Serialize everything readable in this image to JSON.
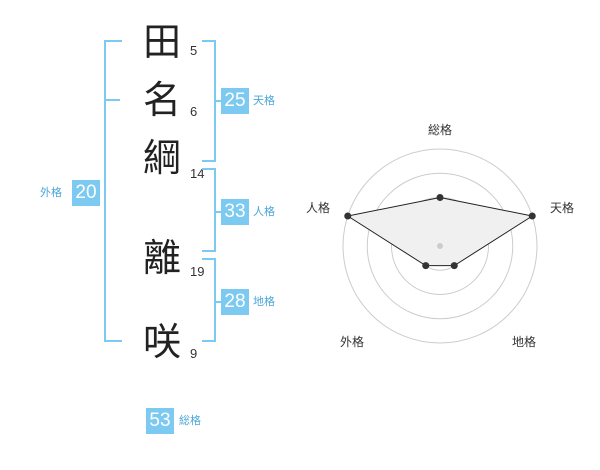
{
  "name": {
    "characters": [
      {
        "char": "田",
        "strokes": "5"
      },
      {
        "char": "名",
        "strokes": "6"
      },
      {
        "char": "綱",
        "strokes": "14"
      },
      {
        "char": "離",
        "strokes": "19"
      },
      {
        "char": "咲",
        "strokes": "9"
      }
    ]
  },
  "kakusu": {
    "tenkaku": {
      "value": "25",
      "label": "天格"
    },
    "jinkaku": {
      "value": "33",
      "label": "人格"
    },
    "chikaku": {
      "value": "28",
      "label": "地格"
    },
    "gaikaku": {
      "value": "20",
      "label": "外格"
    },
    "soukaku": {
      "value": "53",
      "label": "総格"
    }
  },
  "colors": {
    "accent": "#7ccaf2",
    "accent_text": "#4aa6d8",
    "radar_fill": "#f0f0f0",
    "grid": "#cccccc"
  },
  "radar": {
    "axes": [
      "総格",
      "天格",
      "地格",
      "外格",
      "人格"
    ],
    "levels": 4,
    "values": [
      0.5,
      1.0,
      0.25,
      0.25,
      1.0
    ]
  }
}
